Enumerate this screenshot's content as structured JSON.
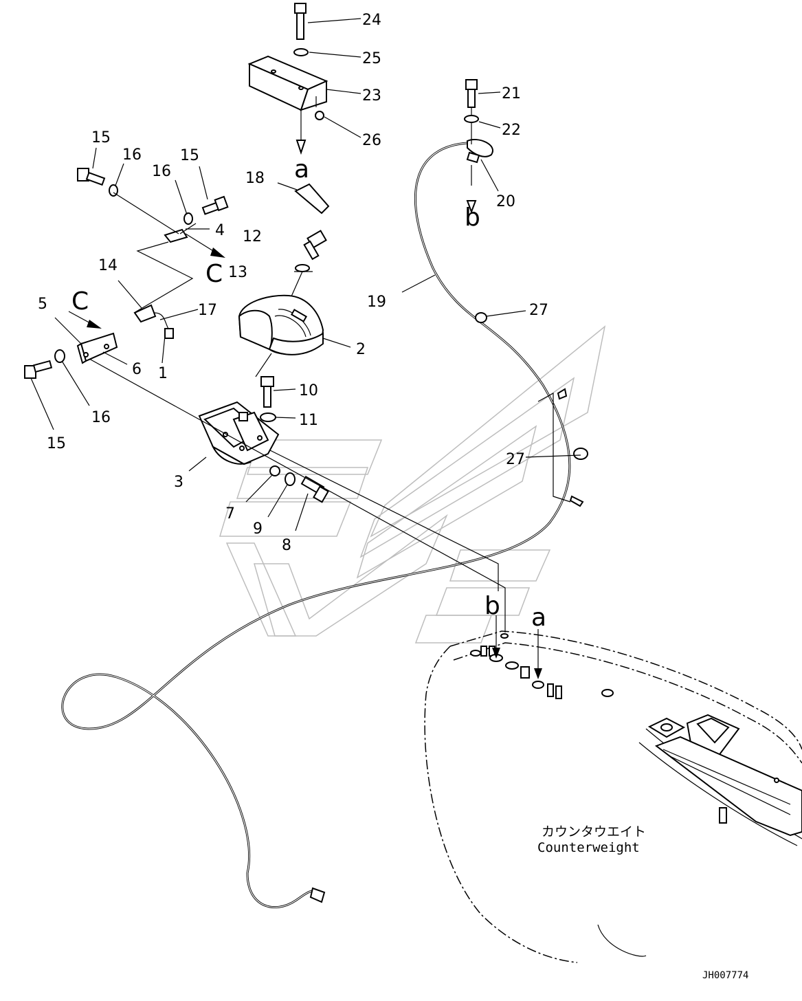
{
  "part_labels": {
    "p1": "1",
    "p2": "2",
    "p3": "3",
    "p4": "4",
    "p5": "5",
    "p6": "6",
    "p7": "7",
    "p8": "8",
    "p9": "9",
    "p10": "10",
    "p11": "11",
    "p12": "12",
    "p13": "13",
    "p14": "14",
    "p15a": "15",
    "p15b": "15",
    "p15c": "15",
    "p16a": "16",
    "p16b": "16",
    "p16c": "16",
    "p17": "17",
    "p18": "18",
    "p19": "19",
    "p20": "20",
    "p21": "21",
    "p22": "22",
    "p23": "23",
    "p24": "24",
    "p25": "25",
    "p26": "26",
    "p27a": "27",
    "p27b": "27"
  },
  "view_refs": {
    "a_top": "a",
    "b_top": "b",
    "c_top": "C",
    "c_left": "C",
    "b_bottom": "b",
    "a_bottom": "a"
  },
  "counterweight": {
    "label_jp": "カウンタウエイト",
    "label_en": "Counterweight"
  },
  "drawing_code": "JH007774"
}
